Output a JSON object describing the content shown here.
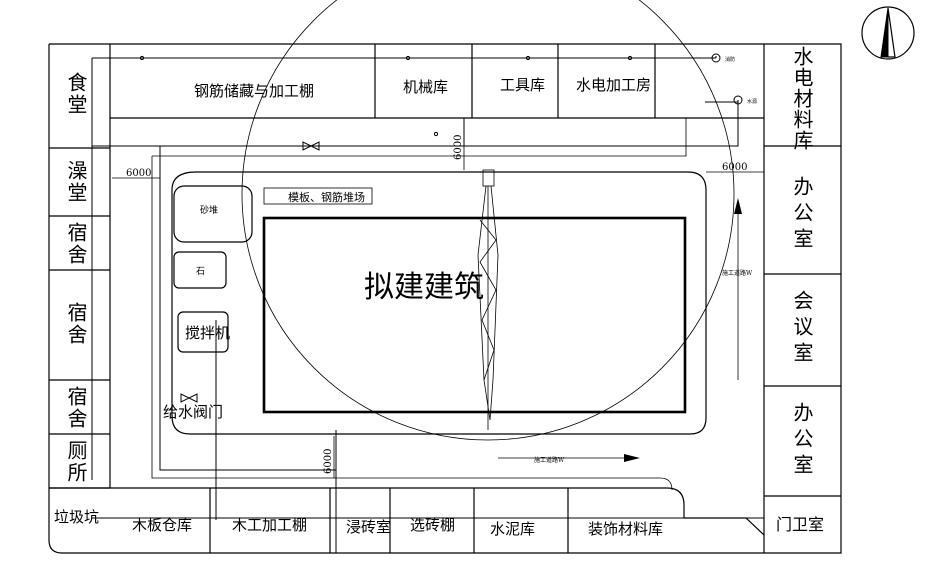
{
  "rooms": {
    "canteen": "食堂",
    "bathroom": "澡堂",
    "dorm_1": "宿舍",
    "dorm_2": "宿舍",
    "dorm_3": "宿舍",
    "toilet": "厕所",
    "garbage_pit": "垃圾坑",
    "rebar_shed": "钢筋储藏与加工棚",
    "machinery_store": "机械库",
    "tool_store": "工具库",
    "plumbing_shop": "水电加工房",
    "plumbing_material_store": "水电材料库",
    "office_1": "办公室",
    "meeting_room": "会议室",
    "office_2": "办公室",
    "gatehouse": "门卫室",
    "timber_store": "木板仓库",
    "carpentry_shed": "木工加工棚",
    "brick_soak_room": "浸砖室",
    "brick_sort_shed": "选砖棚",
    "cement_store": "水泥库",
    "decoration_store": "装饰材料库"
  },
  "site": {
    "formwork_yard": "模板、钢筋堆场",
    "sand_pile": "砂堆",
    "stone_pile": "石",
    "mixer": "搅拌机",
    "water_valve": "给水阀门",
    "proposed_building": "拟建建筑",
    "road_label_right": "施工道路W",
    "road_label_bottom": "施工道路W",
    "hydrant_label_1": "消防",
    "hydrant_label_2": "水源"
  },
  "dimensions": {
    "left": "6000",
    "right": "6000",
    "top": "6000",
    "bottom": "6000"
  }
}
